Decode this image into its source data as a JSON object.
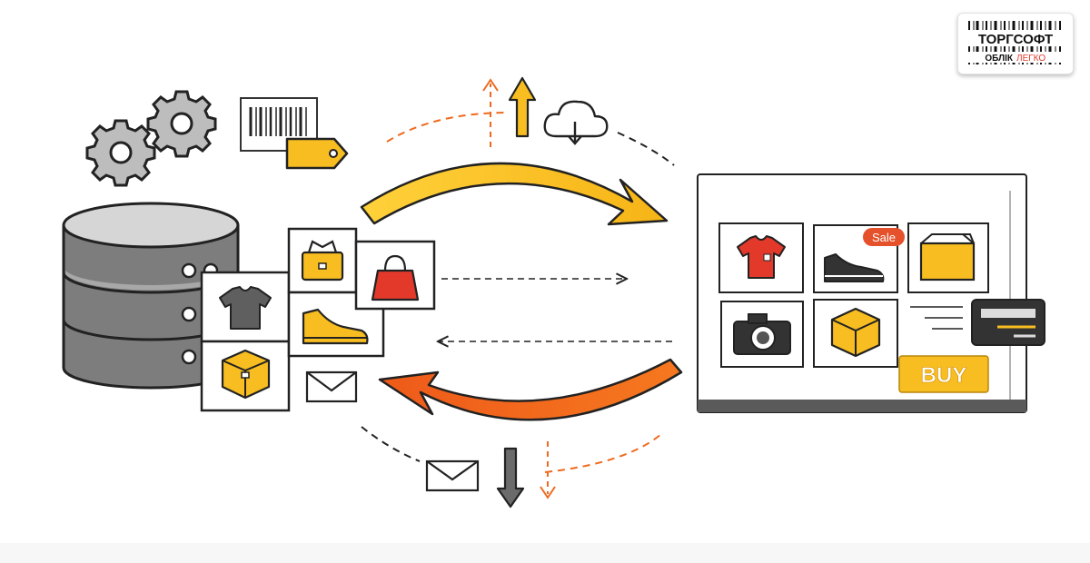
{
  "logo": {
    "brand": "ТОРГСОФТ",
    "tagline_left": "ОБЛІК",
    "tagline_right": "ЛЕГКО"
  },
  "storefront": {
    "sale_badge": "Sale",
    "buy_button": "BUY"
  },
  "icons": {
    "gears": "gear-icon",
    "barcode": "barcode-icon",
    "price_tag": "price-tag-icon",
    "database": "database-icon",
    "tshirt": "tshirt-icon",
    "gift_box": "gift-box-icon",
    "shopping_bag": "shopping-bag-icon",
    "sneaker": "sneaker-icon",
    "package": "package-icon",
    "envelope": "envelope-icon",
    "cloud": "cloud-download-icon",
    "camera": "camera-icon",
    "credit_card": "credit-card-icon"
  },
  "colors": {
    "yellow": "#f7bd21",
    "orange": "#ef6a1f",
    "red": "#e2392a",
    "dark": "#2b2b2b",
    "gray": "#7a7a7a"
  }
}
